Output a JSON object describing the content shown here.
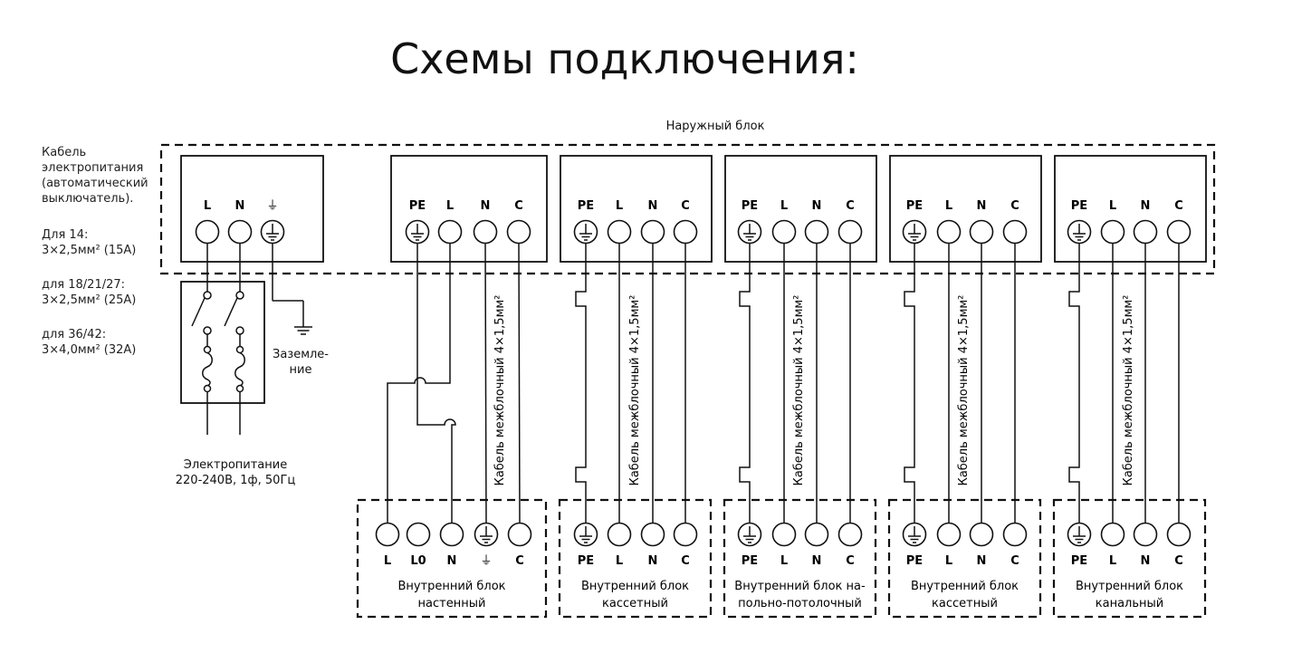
{
  "title": "Схемы подключения:",
  "outdoor_block_label": "Наружный блок",
  "left_info": {
    "cable_lines": [
      "Кабель",
      "электропитания",
      "(автоматический",
      "выключатель)."
    ],
    "spec_14": [
      "Для 14:",
      "3×2,5мм² (15А)"
    ],
    "spec_18": [
      "для 18/21/27:",
      "3×2,5мм² (25А)"
    ],
    "spec_36": [
      "для 36/42:",
      "3×4,0мм² (32А)"
    ]
  },
  "power_label": [
    "Электропитание",
    "220-240В, 1ф, 50Гц"
  ],
  "ground_label": [
    "Заземле-",
    "ние"
  ],
  "supply_terminals": [
    "L",
    "N",
    "⏚"
  ],
  "cable_label": "Кабель межблочный 4×1,5мм²",
  "outdoor_terminals": [
    "PE",
    "L",
    "N",
    "C"
  ],
  "indoor_units": [
    {
      "terminals": [
        "L",
        "L0",
        "N",
        "⏚",
        "C"
      ],
      "name": [
        "Внутренний блок",
        "настенный"
      ]
    },
    {
      "terminals": [
        "PE",
        "L",
        "N",
        "C"
      ],
      "name": [
        "Внутренний блок",
        "кассетный"
      ]
    },
    {
      "terminals": [
        "PE",
        "L",
        "N",
        "C"
      ],
      "name": [
        "Внутренний блок на-",
        "польно-потолочный"
      ]
    },
    {
      "terminals": [
        "PE",
        "L",
        "N",
        "C"
      ],
      "name": [
        "Внутренний блок",
        "кассетный"
      ]
    },
    {
      "terminals": [
        "PE",
        "L",
        "N",
        "C"
      ],
      "name": [
        "Внутренний блок",
        "канальный"
      ]
    }
  ]
}
